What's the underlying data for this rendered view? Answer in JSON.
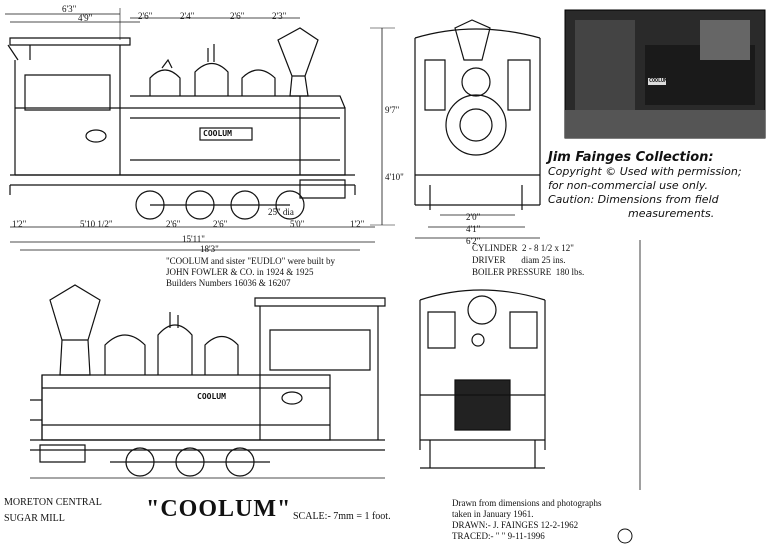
{
  "loco_name_plate": "COOLUM",
  "side_view_top": {
    "dims_top": [
      "6'3\"",
      "4'9\"",
      "2'6\"",
      "2'4\"",
      "2'6\"",
      "2'3\""
    ],
    "dims_right": [
      "9'7\"",
      "4'10\""
    ],
    "dims_bottom": [
      "1'2\"",
      "5'10 1/2\"",
      "2'6\"",
      "2'6\"",
      "5'0\"",
      "1'2\""
    ],
    "wheel_dim": "25\" dia",
    "overall_1": "15'11\"",
    "overall_2": "18'3\""
  },
  "end_view_dims": [
    "2'0\"",
    "4'1\"",
    "6'2\""
  ],
  "history_note": [
    "\"COOLUM and sister \"EUDLO\" were built by",
    "JOHN FOWLER & CO. in 1924 & 1925",
    "Builders Numbers 16036 & 16207"
  ],
  "specs": [
    {
      "label": "CYLINDER",
      "value": "2 - 8 1/2 x 12\""
    },
    {
      "label": "DRIVER",
      "value": "diam 25 ins."
    },
    {
      "label": "BOILER PRESSURE",
      "value": "180 lbs."
    }
  ],
  "credit": {
    "title": "Jim Fainges Collection:",
    "lines": [
      "Copyright © Used with permission;",
      "for non-commercial use only.",
      "Caution: Dimensions from field",
      "measurements."
    ]
  },
  "footer": {
    "location_1": "MORETON CENTRAL",
    "location_2": "SUGAR MILL",
    "title": "\"COOLUM\"",
    "scale": "SCALE:-  7mm = 1 foot.",
    "notes": [
      "Drawn from dimensions and photographs",
      "taken in January 1961.",
      "DRAWN:- J. FAINGES   12-2-1962",
      "TRACED:-   \"     \"        9-11-1996"
    ]
  },
  "photo_plate": "COOLUM"
}
